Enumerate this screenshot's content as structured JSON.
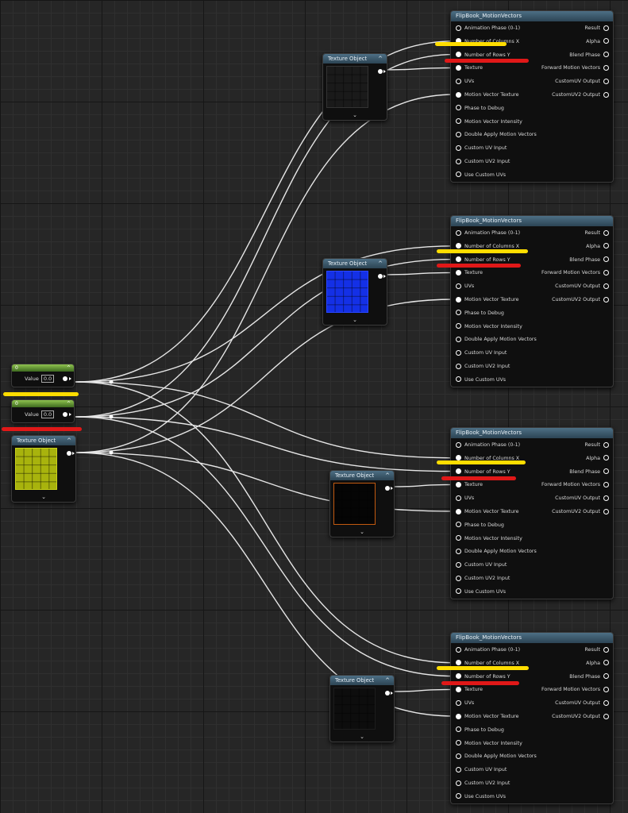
{
  "constants": [
    {
      "name": "0",
      "value_label": "Value",
      "value": "0.0"
    },
    {
      "name": "0",
      "value_label": "Value",
      "value": "0.0"
    }
  ],
  "texture_nodes": [
    {
      "title": "Texture Object",
      "preview_color": "#1a1a1a",
      "cell_color": "#333333"
    },
    {
      "title": "Texture Object",
      "preview_color": "#1430e6",
      "cell_color": "#2a46ff"
    },
    {
      "title": "Texture Object",
      "preview_color": "#050505",
      "cell_color": "#c25a10"
    },
    {
      "title": "Texture Object",
      "preview_color": "#0d0d0d",
      "cell_color": "#1c1c1c"
    },
    {
      "title": "Texture Object",
      "preview_color": "#a8b30d",
      "cell_color": "#c8d21a"
    }
  ],
  "flipbook_nodes": [
    {
      "title": "FlipBook_MotionVectors"
    },
    {
      "title": "FlipBook_MotionVectors"
    },
    {
      "title": "FlipBook_MotionVectors"
    },
    {
      "title": "FlipBook_MotionVectors"
    }
  ],
  "flipbook_inputs": [
    {
      "label": "Animation  Phase (0-1)",
      "filled": false
    },
    {
      "label": "Number of Columns X",
      "filled": true
    },
    {
      "label": "Number of Rows Y",
      "filled": true
    },
    {
      "label": "Texture",
      "filled": true
    },
    {
      "label": "UVs",
      "filled": false
    },
    {
      "label": "Motion Vector Texture",
      "filled": true
    },
    {
      "label": "Phase to Debug",
      "filled": false
    },
    {
      "label": "Motion Vector Intensity",
      "filled": false
    },
    {
      "label": "Double Apply Motion Vectors",
      "filled": false
    },
    {
      "label": "Custom UV Input",
      "filled": false
    },
    {
      "label": "Custom UV2 Input",
      "filled": false
    },
    {
      "label": "Use Custom UVs",
      "filled": false
    }
  ],
  "flipbook_outputs": [
    "Result",
    "Alpha",
    "Blend Phase",
    "Forward Motion Vectors",
    "CustomUV Output",
    "CustomUV2 Output"
  ],
  "colors": {
    "highlight_yellow": "#ffdd00",
    "highlight_red": "#e01818",
    "wire": "#e6e6e6"
  }
}
